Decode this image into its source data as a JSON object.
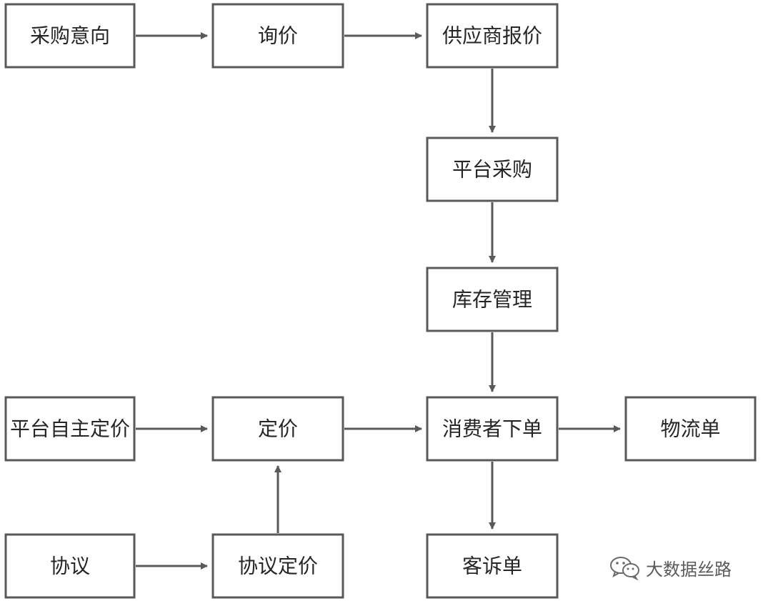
{
  "diagram": {
    "nodes": [
      {
        "id": "caigou-yixiang",
        "label": "采购意向"
      },
      {
        "id": "xunjia",
        "label": "询价"
      },
      {
        "id": "gongyingshang-baojia",
        "label": "供应商报价"
      },
      {
        "id": "pingtai-caigou",
        "label": "平台采购"
      },
      {
        "id": "kucun-guanli",
        "label": "库存管理"
      },
      {
        "id": "pingtai-zizhu-dingjia",
        "label": "平台自主定价"
      },
      {
        "id": "dingjia",
        "label": "定价"
      },
      {
        "id": "xiaofeizhe-xiadan",
        "label": "消费者下单"
      },
      {
        "id": "wuliudan",
        "label": "物流单"
      },
      {
        "id": "xieyi",
        "label": "协议"
      },
      {
        "id": "xieyi-dingjia",
        "label": "协议定价"
      },
      {
        "id": "kesudan",
        "label": "客诉单"
      }
    ],
    "edges": [
      {
        "from": "caigou-yixiang",
        "to": "xunjia"
      },
      {
        "from": "xunjia",
        "to": "gongyingshang-baojia"
      },
      {
        "from": "gongyingshang-baojia",
        "to": "pingtai-caigou"
      },
      {
        "from": "pingtai-caigou",
        "to": "kucun-guanli"
      },
      {
        "from": "kucun-guanli",
        "to": "xiaofeizhe-xiadan"
      },
      {
        "from": "pingtai-zizhu-dingjia",
        "to": "dingjia"
      },
      {
        "from": "dingjia",
        "to": "xiaofeizhe-xiadan"
      },
      {
        "from": "xiaofeizhe-xiadan",
        "to": "wuliudan"
      },
      {
        "from": "xiaofeizhe-xiadan",
        "to": "kesudan"
      },
      {
        "from": "xieyi",
        "to": "xieyi-dingjia"
      },
      {
        "from": "xieyi-dingjia",
        "to": "dingjia"
      }
    ]
  },
  "watermark": {
    "text": "大数据丝路",
    "icon": "wechat-icon"
  }
}
